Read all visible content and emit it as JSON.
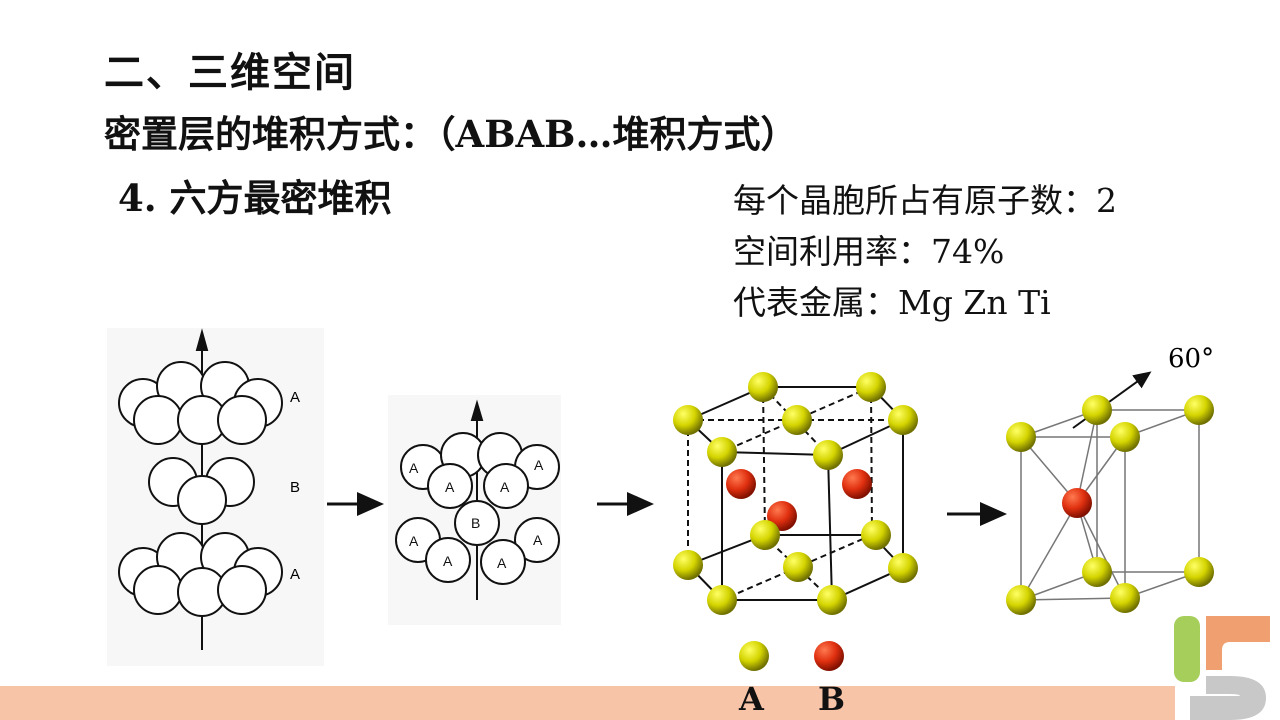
{
  "heading": {
    "title": "二、三维空间",
    "subtitle": "密置层的堆积方式：（ABAB…堆积方式）",
    "section": "4. 六方最密堆积"
  },
  "info": {
    "atoms_per_cell": "每个晶胞所占有原子数：2",
    "space_utilization": "空间利用率：74%",
    "metals": "代表金属：Mg  Zn  Ti"
  },
  "figure1": {
    "layer_top": "A",
    "layer_mid": "B",
    "layer_bottom": "A"
  },
  "figure2": {
    "label_a": "A",
    "label_b": "B"
  },
  "figure4": {
    "angle": "60°"
  },
  "legend": {
    "a": "A",
    "b": "B"
  },
  "colors": {
    "yellow_atom": "#d4d400",
    "red_atom": "#e03010",
    "bottom_bar": "#f7c4a8",
    "logo_green": "#a6ce5a",
    "logo_orange": "#f0a070",
    "logo_gray": "#c8c8c8"
  }
}
